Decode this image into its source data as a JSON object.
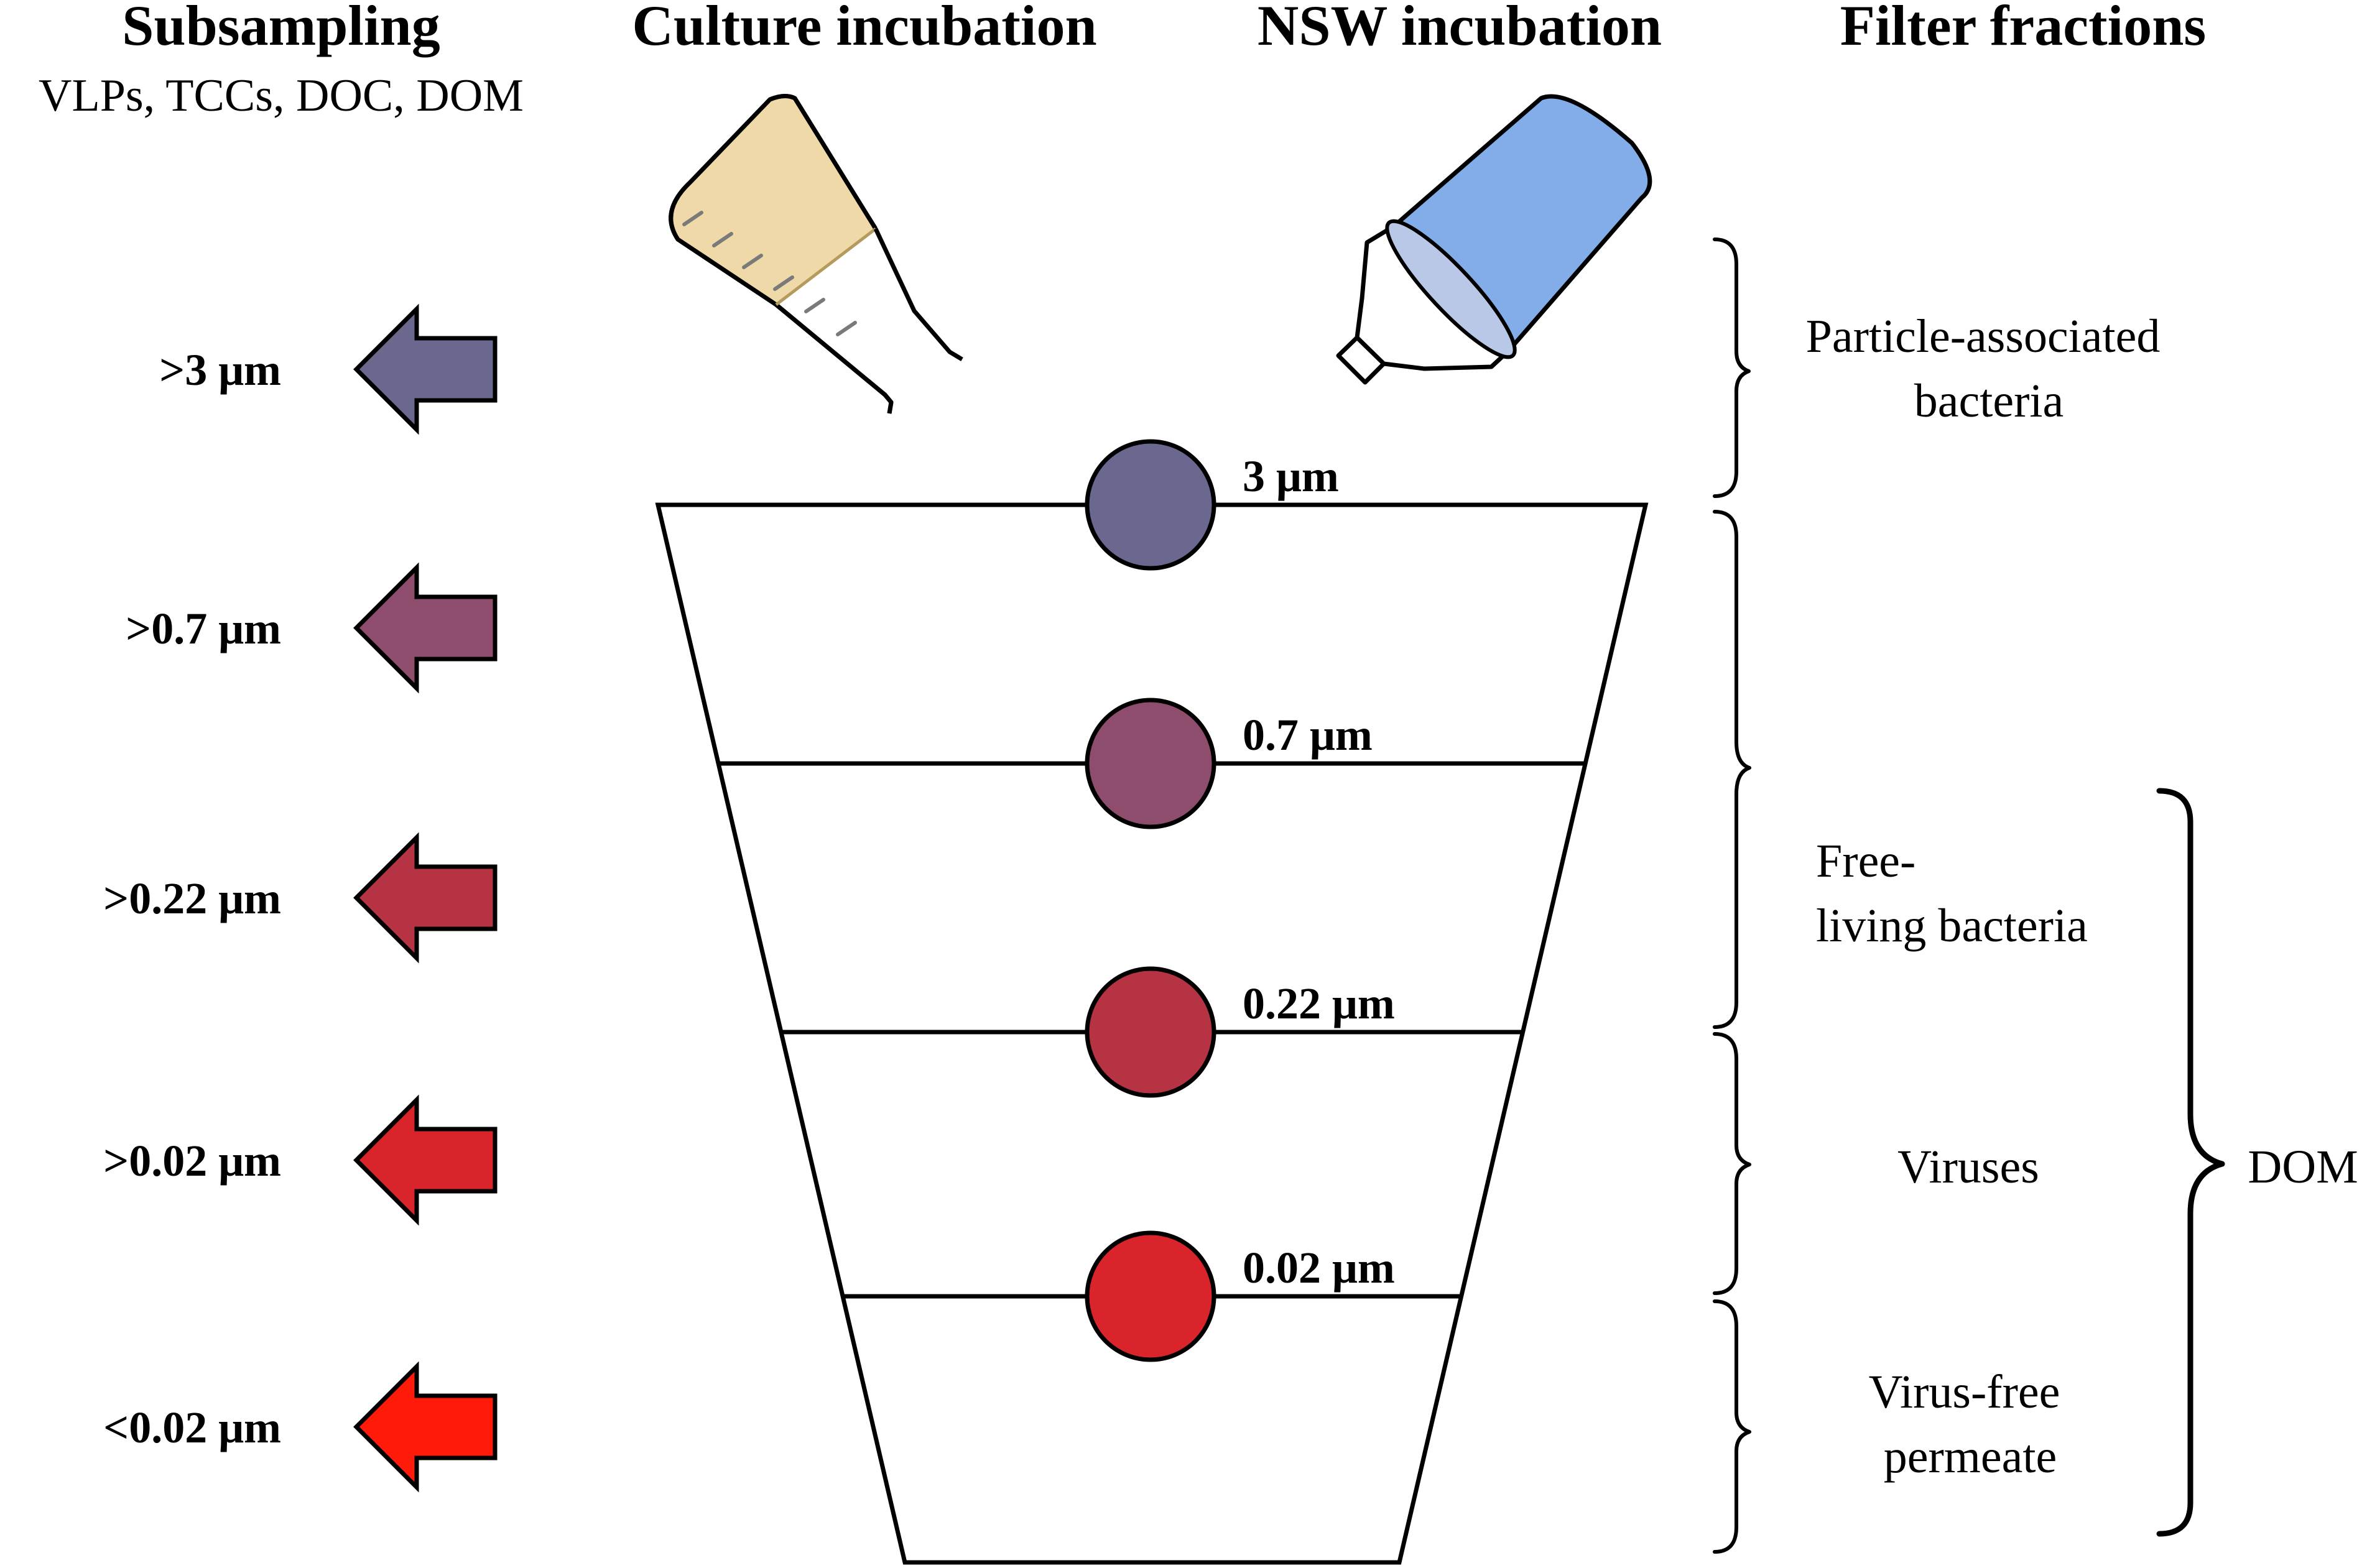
{
  "headers": {
    "subsampling": "Subsampling",
    "subsampling_sub": "VLPs, TCCs, DOC, DOM",
    "culture": "Culture incubation",
    "nsw": "NSW incubation",
    "filter": "Filter fractions"
  },
  "arrows": [
    {
      "label": ">3 μm",
      "color": "#6b6890"
    },
    {
      "label": ">0.7 μm",
      "color": "#8e4d6c"
    },
    {
      "label": ">0.22 μm",
      "color": "#b63344"
    },
    {
      "label": ">0.02 μm",
      "color": "#d8242a"
    },
    {
      "label": "<0.02 μm",
      "color": "#ff1a0a"
    }
  ],
  "filters": [
    {
      "label": "3 μm",
      "color": "#6b6890"
    },
    {
      "label": "0.7 μm",
      "color": "#8e4d6c"
    },
    {
      "label": "0.22 μm",
      "color": "#b63344"
    },
    {
      "label": "0.02 μm",
      "color": "#d8242a"
    }
  ],
  "fractions": {
    "particle": [
      "Particle-associated",
      "bacteria"
    ],
    "free": [
      "Free-",
      "living bacteria"
    ],
    "viruses": "Viruses",
    "permeate": [
      "Virus-free",
      "permeate"
    ],
    "dom": "DOM"
  },
  "colors": {
    "culture_flask": "#efd9a8",
    "nsw_bottle": "#82ade8",
    "outline": "#000000"
  }
}
